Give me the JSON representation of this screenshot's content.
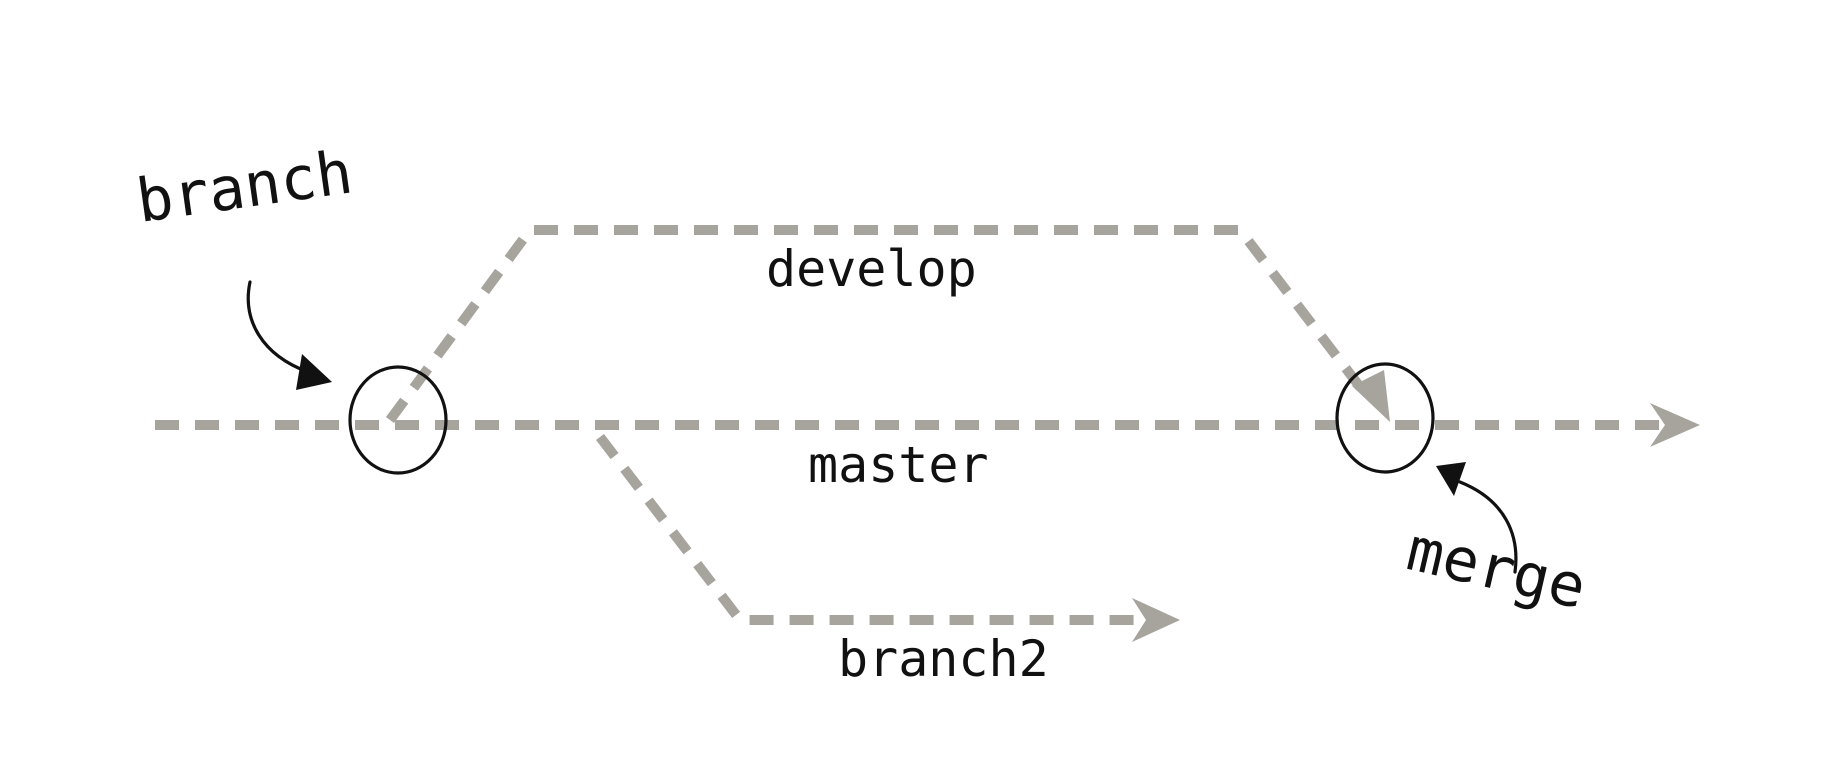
{
  "diagram": {
    "branches": {
      "master": {
        "label": "master"
      },
      "develop": {
        "label": "develop"
      },
      "branch2": {
        "label": "branch2"
      }
    },
    "callouts": {
      "branch": {
        "label": "branch"
      },
      "merge": {
        "label": "merge"
      }
    },
    "colors": {
      "lane": "#a7a39d",
      "ink": "#111111",
      "background": "#ffffff"
    }
  }
}
